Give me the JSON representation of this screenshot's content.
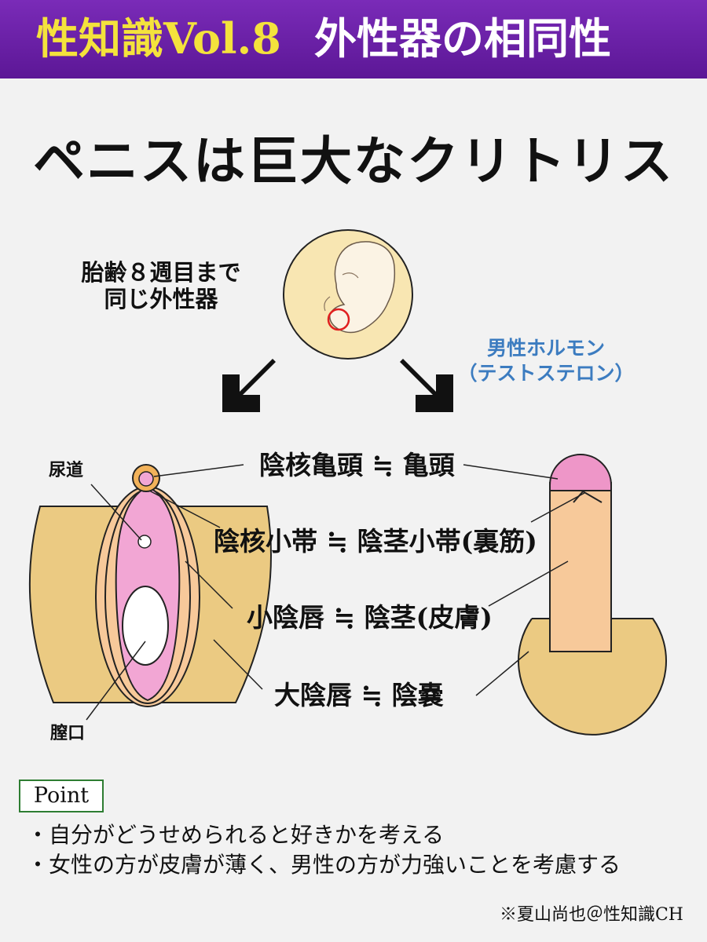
{
  "header": {
    "series": "性知識Vol.8",
    "topic": "外性器の相同性"
  },
  "headline": "ペニスは巨大なクリトリス",
  "fetal": {
    "line1": "胎齢８週目まで",
    "line2": "同じ外性器"
  },
  "hormone": {
    "line1": "男性ホルモン",
    "line2": "（テストステロン）"
  },
  "labels": {
    "urethra": "尿道",
    "vagina": "膣口"
  },
  "comparisons": [
    "陰核亀頭 ≒ 亀頭",
    "陰核小帯 ≒ 陰茎小帯(裏筋)",
    "小陰唇 ≒ 陰茎(皮膚)",
    "大陰唇 ≒ 陰嚢"
  ],
  "point": {
    "label": "Point",
    "items": [
      "・自分がどうせめられると好きかを考える",
      "・女性の方が皮膚が薄く、男性の方が力強いことを考慮する"
    ]
  },
  "credit": "※夏山尚也＠性知識CH",
  "colors": {
    "header_gradient_top": "#7a2bb8",
    "header_gradient_bottom": "#5c1796",
    "series_text": "#f4e23c",
    "hormone_text": "#3c7cc0",
    "skin": "#f7c99a",
    "tan": "#ebca82",
    "pink": "#f2a6d4",
    "embryo_bg": "#f8e6b2",
    "point_border": "#2e7d32"
  }
}
